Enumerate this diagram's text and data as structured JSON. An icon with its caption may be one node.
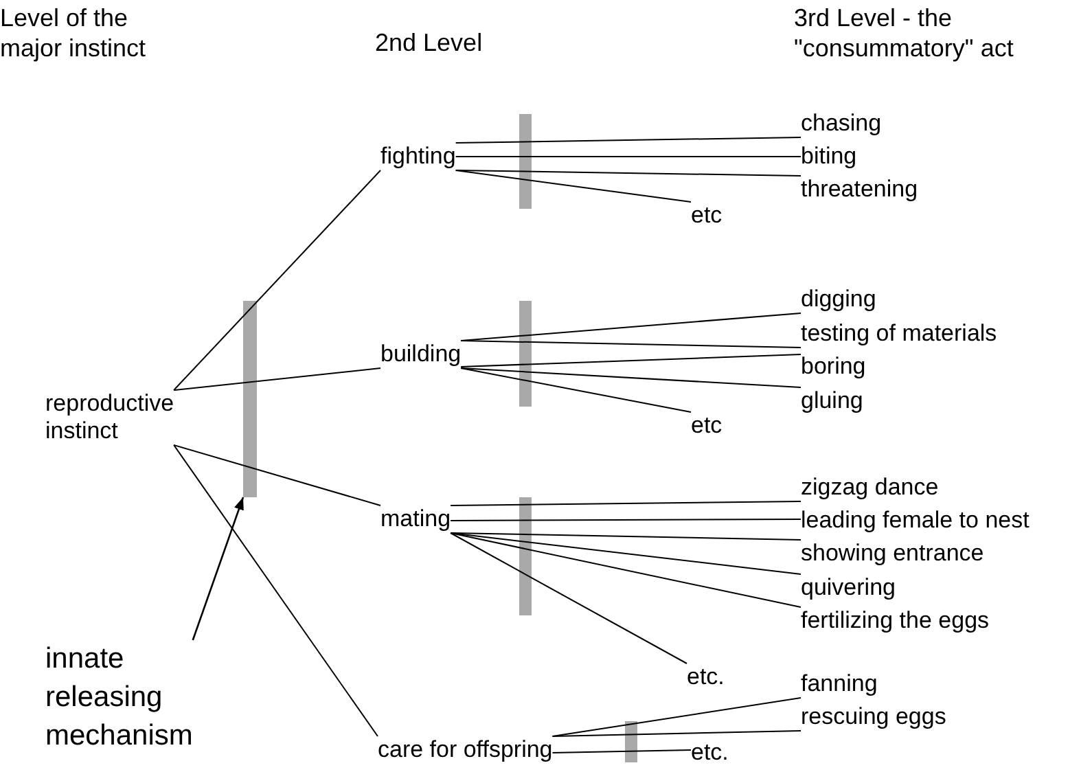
{
  "diagram": {
    "nodes": [
      {
        "text": [
          "reproductive instinct"
        ]
      },
      {
        "text": [
          "fighting"
        ]
      },
      {
        "text": [
          "building"
        ]
      },
      {
        "text": [
          "mating"
        ]
      },
      {
        "text": [
          "care for offspring"
        ]
      },
      {
        "text": [
          "chasing"
        ]
      },
      {
        "text": [
          "biting"
        ]
      },
      {
        "text": [
          "threatening"
        ]
      },
      {
        "text": [
          "etc"
        ]
      },
      {
        "text": [
          "digging"
        ]
      },
      {
        "text": [
          "testing of materials"
        ]
      },
      {
        "text": [
          "boring"
        ]
      },
      {
        "text": [
          "gluing"
        ]
      },
      {
        "text": [
          "etc"
        ]
      },
      {
        "text": [
          "zigzag dance"
        ]
      },
      {
        "text": [
          "leading female to nest"
        ]
      },
      {
        "text": [
          "showing entrance"
        ]
      },
      {
        "text": [
          "quivering"
        ]
      },
      {
        "text": [
          "fertilizing the eggs"
        ]
      },
      {
        "text": [
          "etc."
        ]
      },
      {
        "text": [
          "fanning"
        ]
      },
      {
        "text": [
          "rescuing eggs"
        ]
      },
      {
        "text": [
          "etc."
        ]
      },
      {
        "text": [
          "innate releasing mechanism"
        ]
      },
      {
        "text": [],
        "shape": "bar"
      }
    ],
    "edges": [
      {
        "from": 0,
        "to": 1,
        "arrow": "none"
      },
      {
        "from": 0,
        "to": 2,
        "arrow": "none"
      },
      {
        "from": 0,
        "to": 3,
        "arrow": "none"
      },
      {
        "from": 0,
        "to": 4,
        "arrow": "none"
      },
      {
        "from": 1,
        "to": 5,
        "arrow": "none"
      },
      {
        "from": 1,
        "to": 6,
        "arrow": "none"
      },
      {
        "from": 1,
        "to": 7,
        "arrow": "none"
      },
      {
        "from": 1,
        "to": 8,
        "arrow": "none"
      },
      {
        "from": 2,
        "to": 9,
        "arrow": "none"
      },
      {
        "from": 2,
        "to": 10,
        "arrow": "none"
      },
      {
        "from": 2,
        "to": 11,
        "arrow": "none"
      },
      {
        "from": 2,
        "to": 12,
        "arrow": "none"
      },
      {
        "from": 2,
        "to": 13,
        "arrow": "none"
      },
      {
        "from": 3,
        "to": 14,
        "arrow": "none"
      },
      {
        "from": 3,
        "to": 15,
        "arrow": "none"
      },
      {
        "from": 3,
        "to": 16,
        "arrow": "none"
      },
      {
        "from": 3,
        "to": 17,
        "arrow": "none"
      },
      {
        "from": 3,
        "to": 18,
        "arrow": "none"
      },
      {
        "from": 3,
        "to": 19,
        "arrow": "none"
      },
      {
        "from": 4,
        "to": 20,
        "arrow": "none"
      },
      {
        "from": 4,
        "to": 21,
        "arrow": "none"
      },
      {
        "from": 4,
        "to": 22,
        "arrow": "none"
      },
      {
        "from": 23,
        "to": 24,
        "arrow": "to"
      }
    ],
    "labels": [
      "Level of the major instinct",
      "2nd Level",
      "3rd Level - the \"consummatory\" act"
    ]
  }
}
